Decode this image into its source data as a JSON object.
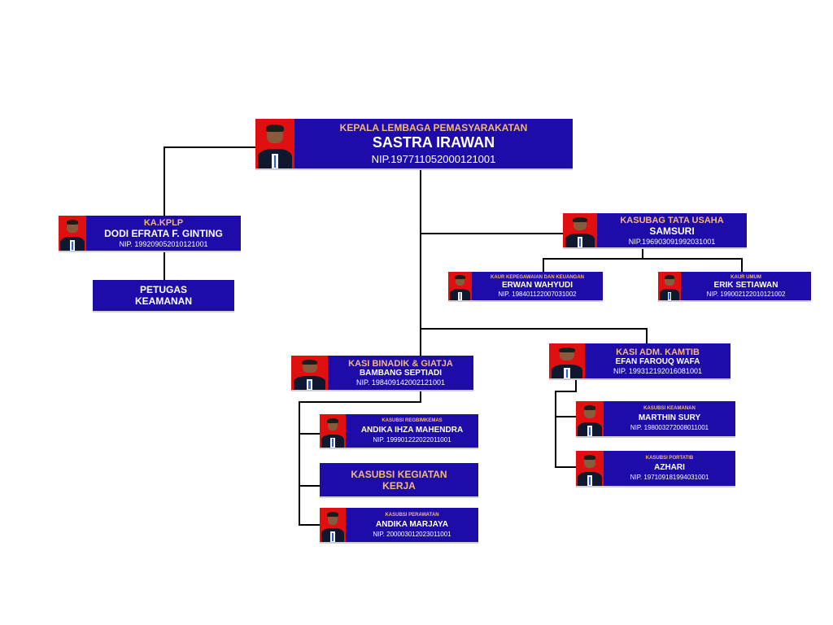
{
  "head": {
    "role": "KEPALA LEMBAGA PEMASYARAKATAN",
    "name": "SASTRA IRAWAN",
    "nip": "NIP.197711052000121001"
  },
  "kplp": {
    "role": "KA.KPLP",
    "name": "DODI EFRATA F. GINTING",
    "nip": "NIP. 199209052010121001"
  },
  "petugas": {
    "label_line1": "PETUGAS",
    "label_line2": "KEAMANAN"
  },
  "tata_usaha": {
    "role": "KASUBAG TATA USAHA",
    "name": "SAMSURI",
    "nip": "NIP.196903091992031001"
  },
  "kepegawaian": {
    "role": "KAUR KEPEGAWAIAN DAN KEUANGAN",
    "name": "ERWAN WAHYUDI",
    "nip": "NIP. 198401122007031002"
  },
  "umum": {
    "role": "KAUR UMUM",
    "name": "ERIK SETIAWAN",
    "nip": "NIP. 199002122010121002"
  },
  "binadik": {
    "role": "KASI BINADIK & GIATJA",
    "name": "BAMBANG SEPTIADI",
    "nip": "NIP. 198409142002121001"
  },
  "kamtib": {
    "role": "KASI ADM. KAMTIB",
    "name": "EFAN FAROUQ WAFA",
    "nip": "NIP. 199312192016081001"
  },
  "regbimkemas": {
    "role": "KASUBSI REGBIMKEMAS",
    "name": "ANDIKA IHZA MAHENDRA",
    "nip": "NIP. 199901222022011001"
  },
  "kegiatan_kerja": {
    "label_line1": "KASUBSI KEGIATAN",
    "label_line2": "KERJA"
  },
  "perawatan": {
    "role": "KASUBSI PERAWATAN",
    "name": "ANDIKA MARJAYA",
    "nip": "NIP. 200003012023011001"
  },
  "keamanan": {
    "role": "KASUBSI KEAMANAN",
    "name": "MARTHIN SURY",
    "nip": "NIP. 198003272008011001"
  },
  "portatib": {
    "role": "KASUBSI PORTATIB",
    "name": "AZHARI",
    "nip": "NIP. 197109181994031001"
  },
  "colors": {
    "box": "#1e0ca8",
    "role_text": "#f5b87a",
    "photo_bg": "#e01010",
    "line": "#000000"
  }
}
